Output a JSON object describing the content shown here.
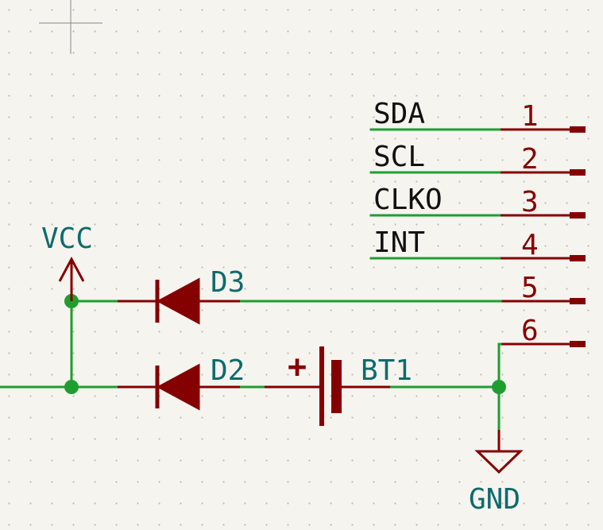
{
  "schematic": {
    "connector_pins": [
      {
        "name": "SDA",
        "number": "1"
      },
      {
        "name": "SCL",
        "number": "2"
      },
      {
        "name": "CLKO",
        "number": "3"
      },
      {
        "name": "INT",
        "number": "4"
      },
      {
        "name": "",
        "number": "5"
      },
      {
        "name": "",
        "number": "6"
      }
    ],
    "power_labels": {
      "vcc": "VCC",
      "gnd": "GND"
    },
    "components": {
      "diode_top": "D3",
      "diode_bottom": "D2",
      "battery": "BT1",
      "battery_polarity": "+"
    },
    "colors": {
      "wire": "#1f9e2f",
      "component": "#850000",
      "reference_text": "#0e6b6b",
      "background": "#f5f4ef"
    }
  }
}
